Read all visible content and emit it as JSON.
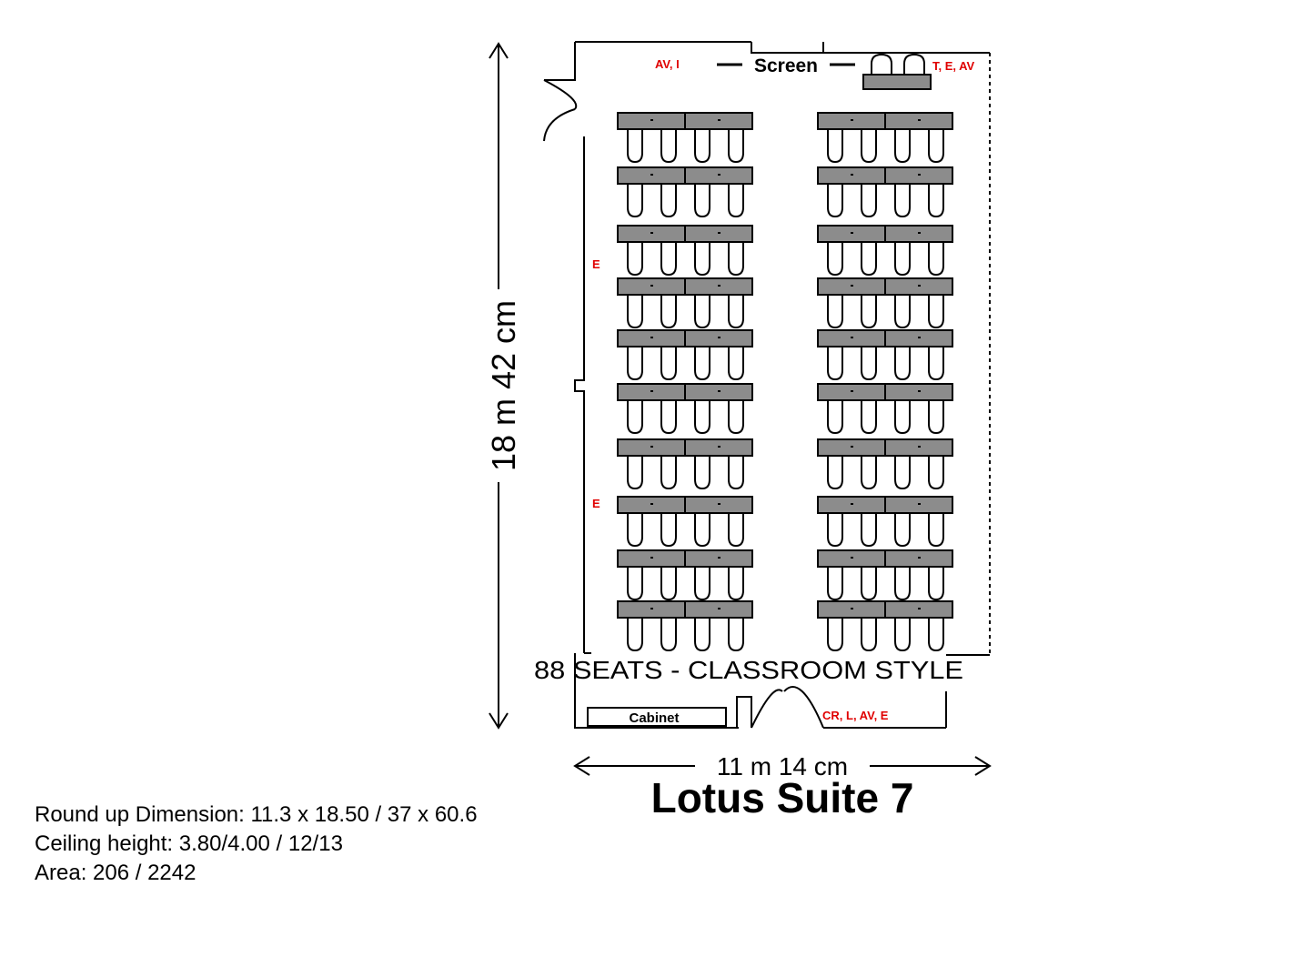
{
  "diagram": {
    "title": "Lotus Suite 7",
    "seating_caption": "88 SEATS - CLASSROOM STYLE",
    "screen_label": "Screen",
    "cabinet_label": "Cabinet",
    "height_dimension": "18 m 42 cm",
    "width_dimension": "11 m 14 cm",
    "outlet_labels": {
      "top_left": "AV, I",
      "top_right": "T, E, AV",
      "left_wall_upper": "E",
      "left_wall_lower": "E",
      "bottom_right": "CR, L, AV, E"
    },
    "colors": {
      "table_fill": "#8c8c8c",
      "outlet_red": "#e00000",
      "line": "#000000"
    },
    "layout": {
      "table_rows": 10,
      "columns_per_row": 2,
      "tables_per_column": 2,
      "seats_per_table": 2
    }
  },
  "info": {
    "round_up_dimension": "Round up Dimension: 11.3 x 18.50 / 37 x 60.6",
    "ceiling_height": "Ceiling height: 3.80/4.00 / 12/13",
    "area": "Area: 206 / 2242"
  }
}
